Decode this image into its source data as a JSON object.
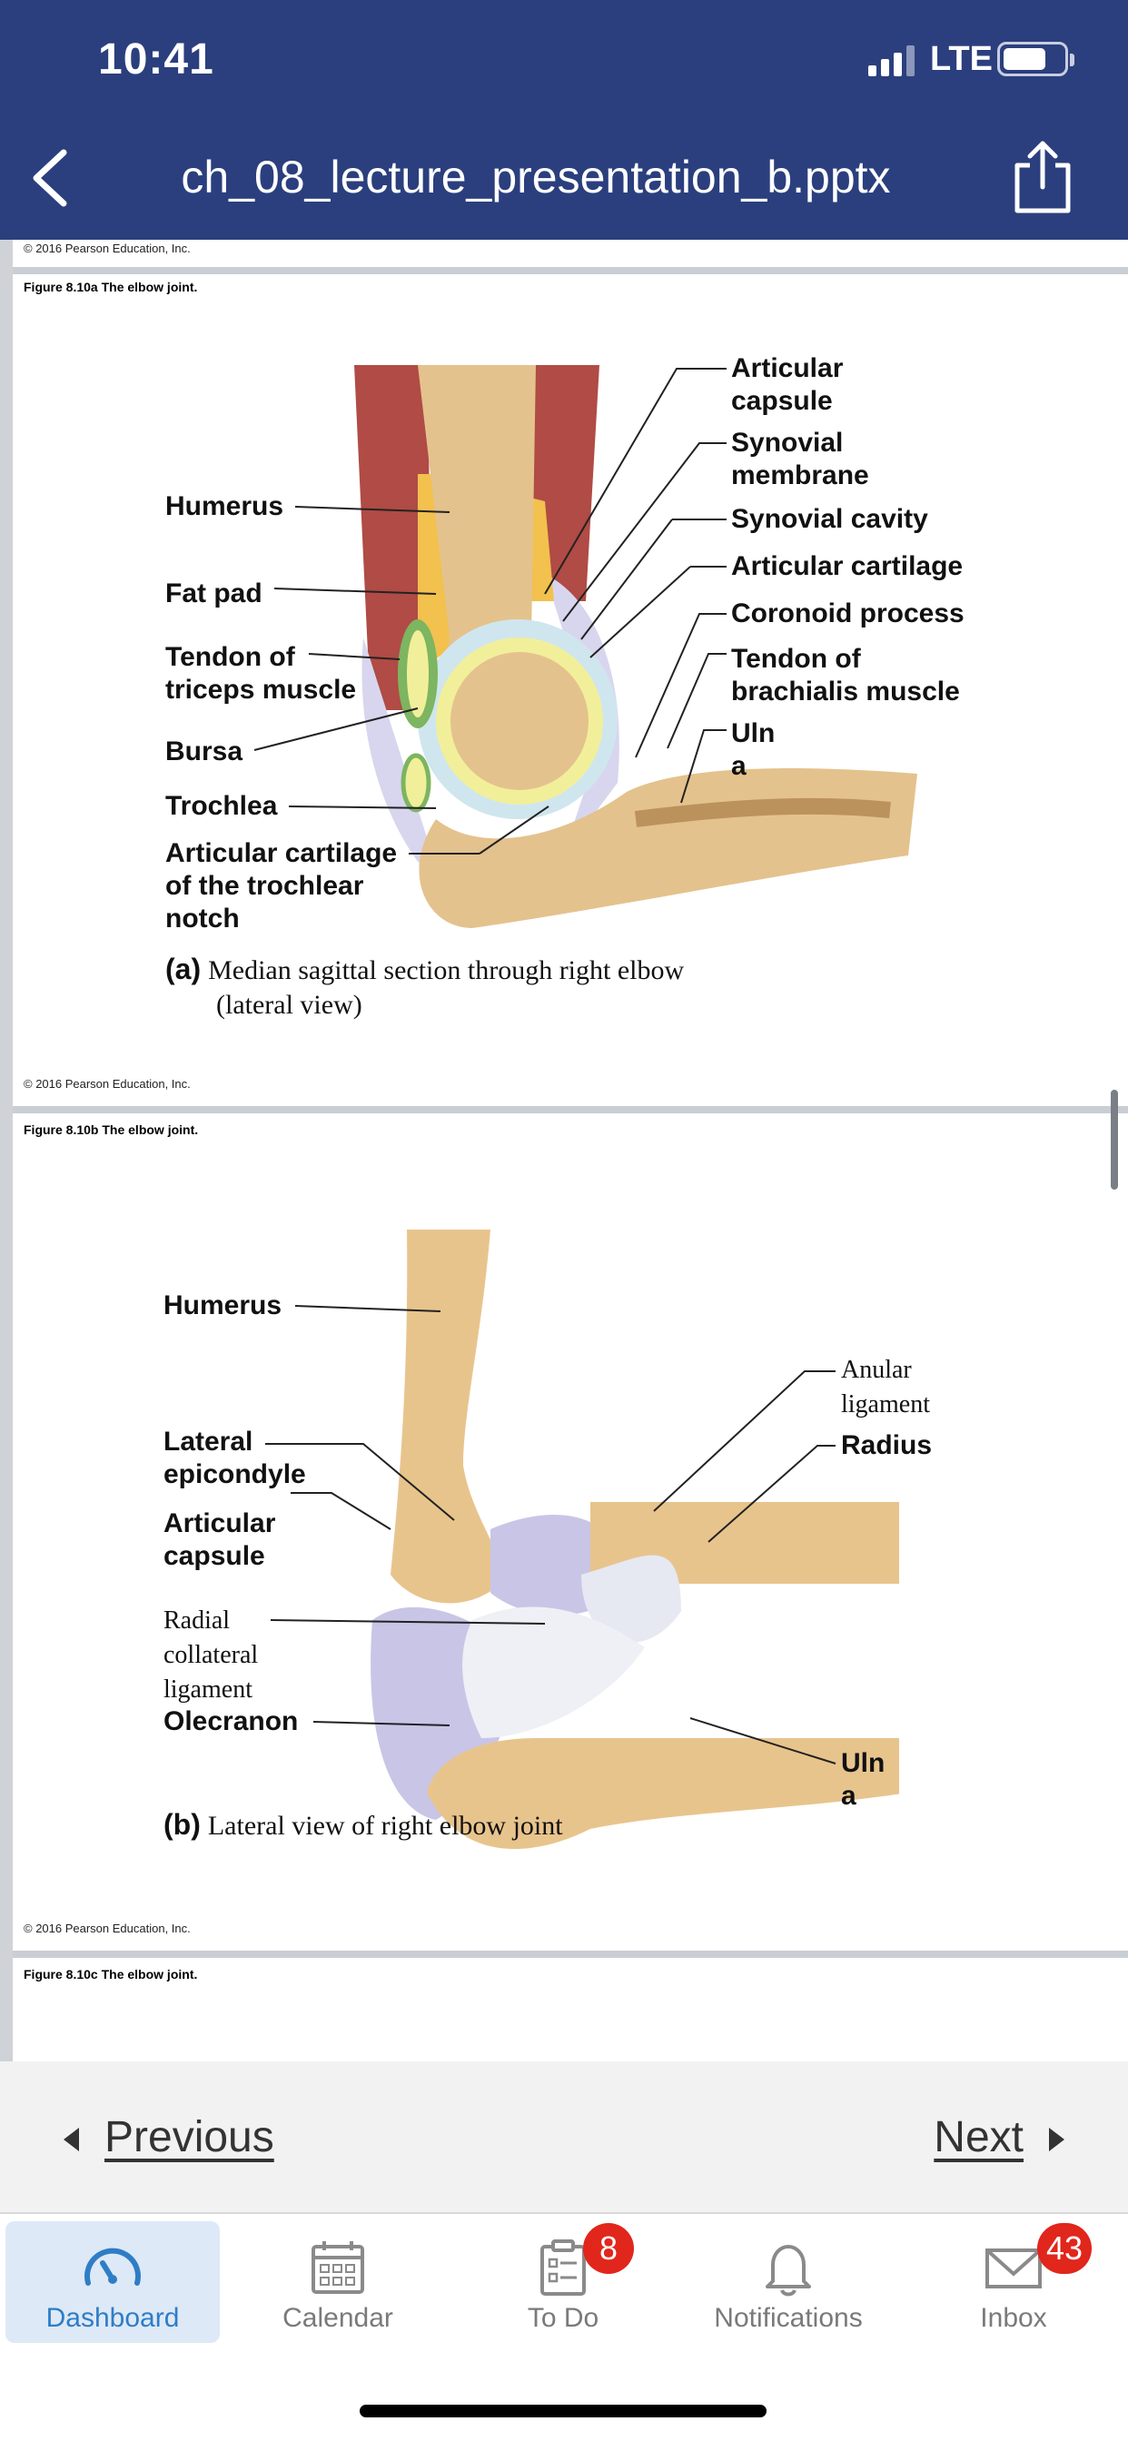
{
  "status_bar": {
    "time": "10:41",
    "network": "LTE"
  },
  "header": {
    "title": "ch_08_lecture_presentation_b.pptx"
  },
  "slides": {
    "top_copyright": "© 2016 Pearson Education, Inc.",
    "slide_a": {
      "caption": "Figure 8.10a The elbow joint.",
      "copyright": "© 2016 Pearson Education, Inc.",
      "figure_letter": "(a)",
      "figure_title_line1": "Median sagittal section through right elbow",
      "figure_title_line2": "(lateral view)",
      "left_labels": {
        "humerus": "Humerus",
        "fat_pad": "Fat pad",
        "tendon_triceps": [
          "Tendon of",
          "triceps muscle"
        ],
        "bursa": "Bursa",
        "trochlea": "Trochlea",
        "articular_cartilage_notch": [
          "Articular cartilage",
          "of the trochlear",
          "notch"
        ]
      },
      "right_labels": {
        "articular_capsule": [
          "Articular",
          "capsule"
        ],
        "synovial_membrane": [
          "Synovial",
          "membrane"
        ],
        "synovial_cavity": "Synovial cavity",
        "articular_cartilage": "Articular cartilage",
        "coronoid_process": "Coronoid process",
        "tendon_brachialis": [
          "Tendon of",
          "brachialis muscle"
        ],
        "ulna": [
          "Uln",
          "a"
        ]
      }
    },
    "slide_b": {
      "caption": "Figure 8.10b The elbow joint.",
      "copyright": "© 2016 Pearson Education, Inc.",
      "figure_letter": "(b)",
      "figure_title": "Lateral view of right elbow joint",
      "left_labels": {
        "humerus": "Humerus",
        "lateral_epicondyle": [
          "Lateral",
          "epicondyle"
        ],
        "articular_capsule": [
          "Articular",
          "capsule"
        ],
        "radial_collateral": [
          "Radial",
          "collateral",
          "ligament"
        ],
        "olecranon": "Olecranon"
      },
      "right_labels": {
        "anular_ligament": [
          "Anular",
          "ligament"
        ],
        "radius": "Radius",
        "ulna": [
          "Uln",
          "a"
        ]
      }
    },
    "slide_c": {
      "caption": "Figure 8.10c The elbow joint."
    }
  },
  "pager": {
    "previous": "Previous",
    "next": "Next"
  },
  "tabbar": {
    "items": [
      {
        "label": "Dashboard",
        "icon": "dashboard-gauge-icon",
        "active": true
      },
      {
        "label": "Calendar",
        "icon": "calendar-icon"
      },
      {
        "label": "To Do",
        "icon": "todo-list-icon",
        "badge": "8"
      },
      {
        "label": "Notifications",
        "icon": "bell-icon"
      },
      {
        "label": "Inbox",
        "icon": "envelope-icon",
        "badge": "43"
      }
    ]
  },
  "colors": {
    "header_bg": "#2b3f7e",
    "active_tab": "#2f7dc6",
    "badge": "#e1261c"
  }
}
